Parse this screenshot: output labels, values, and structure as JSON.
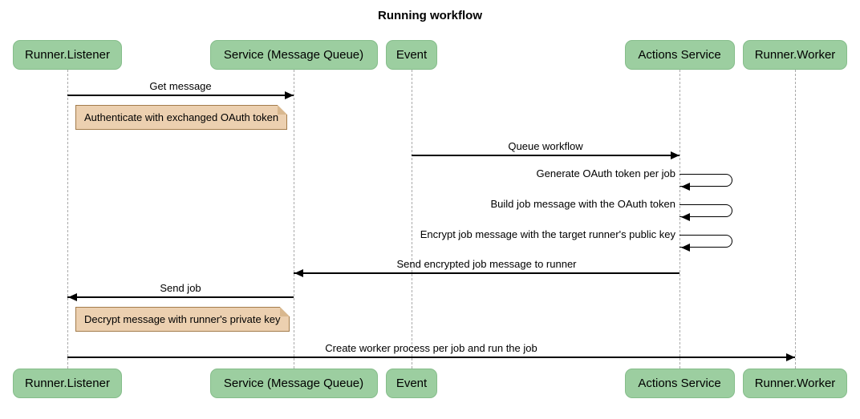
{
  "title": "Running workflow",
  "colors": {
    "background": "#ffffff",
    "actor_fill": "#9ccea0",
    "actor_border": "#85bd8a",
    "note_fill": "#ecd0b0",
    "note_border": "#a37c4c",
    "note_fold": "#d9b88f",
    "lifeline": "#aaaaaa",
    "arrow": "#000000",
    "text": "#000000"
  },
  "participants": [
    {
      "id": "listener",
      "label": "Runner.Listener"
    },
    {
      "id": "service",
      "label": "Service (Message Queue)"
    },
    {
      "id": "event",
      "label": "Event"
    },
    {
      "id": "actions",
      "label": "Actions Service"
    },
    {
      "id": "worker",
      "label": "Runner.Worker"
    }
  ],
  "steps": [
    {
      "type": "message",
      "from": "listener",
      "to": "service",
      "label": "Get message"
    },
    {
      "type": "note",
      "anchor": "listener",
      "label": "Authenticate with exchanged OAuth token"
    },
    {
      "type": "message",
      "from": "event",
      "to": "actions",
      "label": "Queue workflow"
    },
    {
      "type": "self",
      "actor": "actions",
      "label": "Generate OAuth token per job"
    },
    {
      "type": "self",
      "actor": "actions",
      "label": "Build job message with the OAuth token"
    },
    {
      "type": "self",
      "actor": "actions",
      "label": "Encrypt job message with the target runner's public key"
    },
    {
      "type": "message",
      "from": "actions",
      "to": "service",
      "label": "Send encrypted job message to runner"
    },
    {
      "type": "message",
      "from": "service",
      "to": "listener",
      "label": "Send job"
    },
    {
      "type": "note",
      "anchor": "listener",
      "label": "Decrypt message with runner's private key"
    },
    {
      "type": "message",
      "from": "listener",
      "to": "worker",
      "label": "Create worker process per job and run the job"
    }
  ]
}
